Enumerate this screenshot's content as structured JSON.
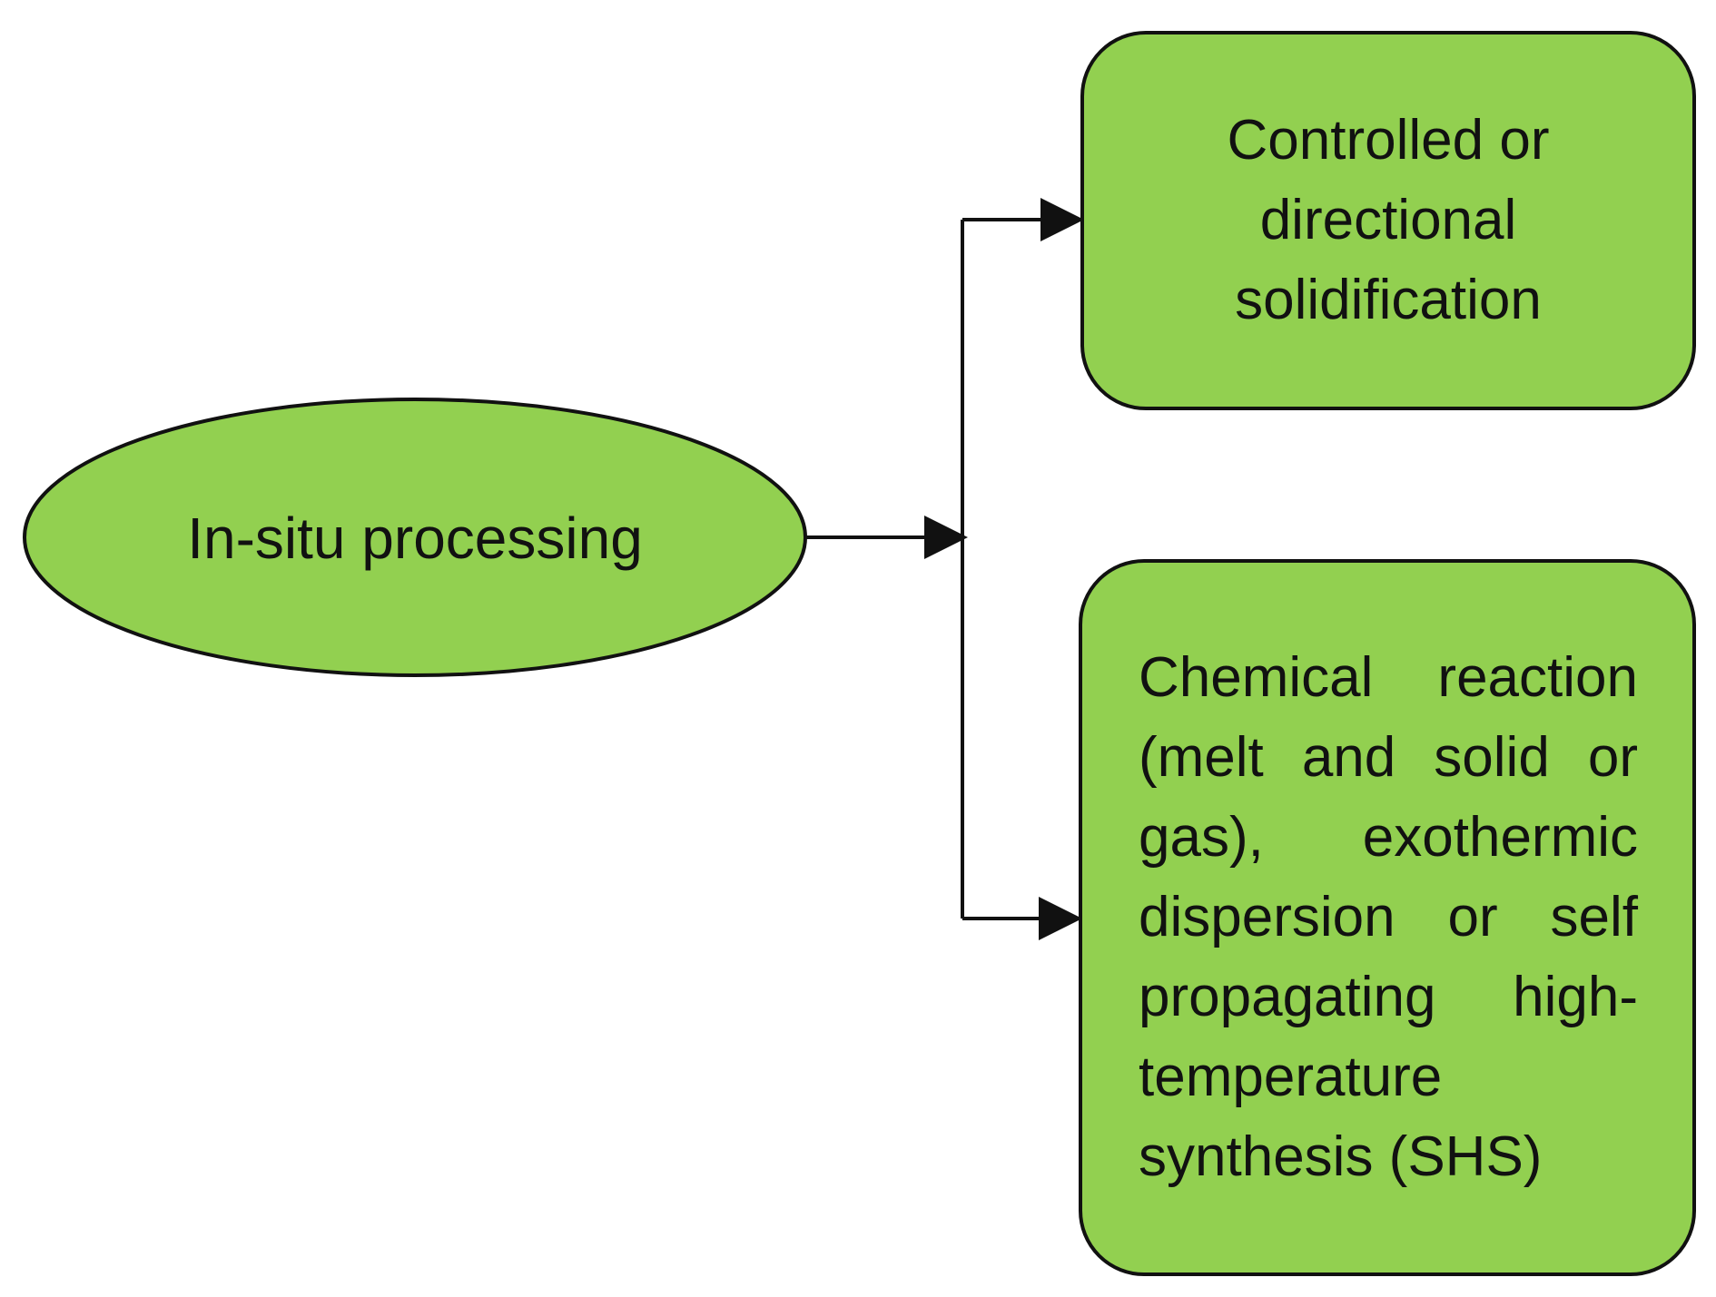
{
  "diagram": {
    "colors": {
      "node_fill": "#92d050",
      "stroke": "#111111",
      "background": "#ffffff"
    },
    "root": {
      "label": "In-situ processing",
      "shape": "ellipse"
    },
    "children": [
      {
        "label": "Controlled or directional solidification",
        "shape": "rounded-rectangle"
      },
      {
        "label": "Chemical reaction (melt and solid or gas), exothermic dispersion or self propagating high-temperature synthesis (SHS)",
        "shape": "rounded-rectangle"
      }
    ]
  }
}
